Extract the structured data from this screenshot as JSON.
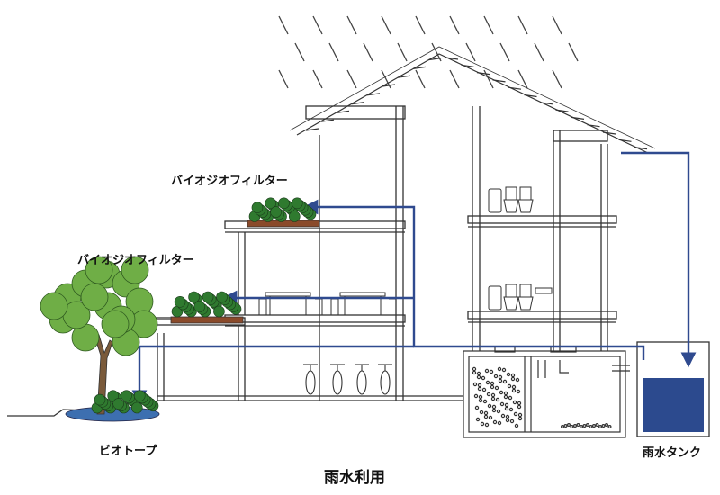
{
  "labels": {
    "biofilter_top": "バイオジオフィルター",
    "biofilter_mid": "バイオジオフィルター",
    "biotope": "ビオトープ",
    "rain_tank": "雨水タンク",
    "title": "雨水利用"
  },
  "colors": {
    "flow": "#2f4a8f",
    "tank_water": "#2c4a8e",
    "line": "#333333",
    "greenery": "#2f7a2f",
    "tree": "#6fae46",
    "soil": "#8a4a2a"
  },
  "icons": [
    "rain-icon",
    "tree-icon",
    "shrub-icon",
    "toilet-icon",
    "bicycle-icon",
    "rain-tank-icon"
  ]
}
